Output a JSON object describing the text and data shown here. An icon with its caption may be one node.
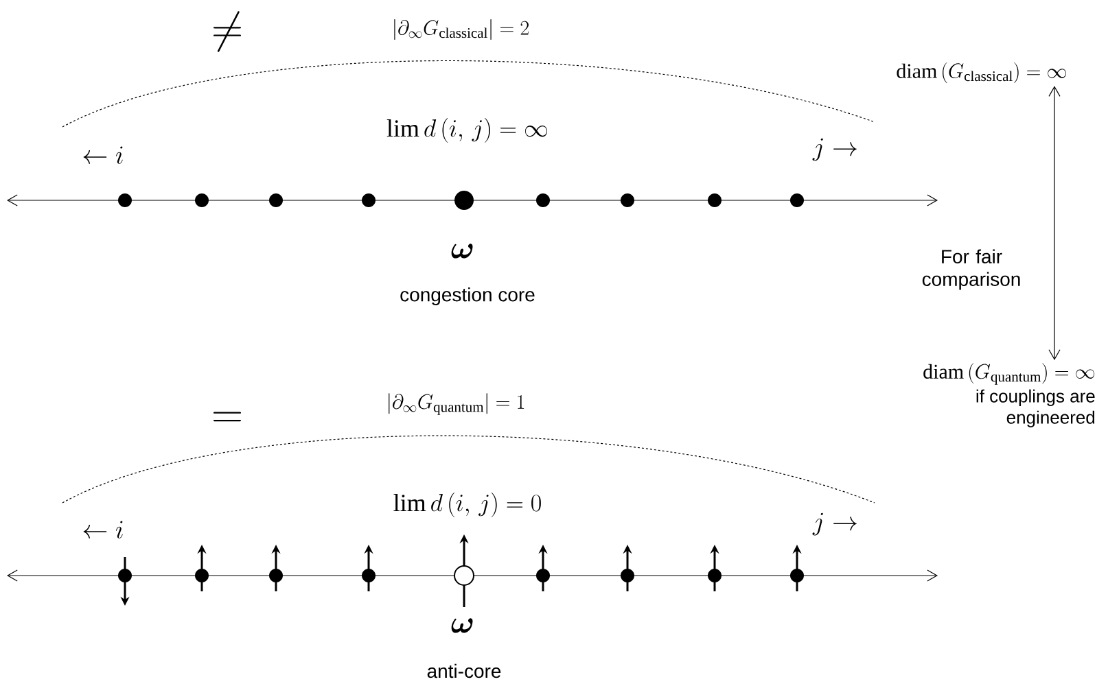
{
  "diagram": {
    "nodes": [
      {
        "text": [
          "\\mathrm{diam}\\left(G_{\\mathrm{classical}}\\right) = \\infty"
        ]
      },
      {
        "text": [
          "\\mathrm{diam}\\left(G_{\\mathrm{quantum}}\\right) = \\infty",
          "if couplings are engineered"
        ]
      }
    ],
    "edges": [
      {
        "from": 0,
        "to": 1,
        "arrow": "both",
        "label": "For fair comparison"
      }
    ],
    "labels": [
      "\\neq",
      "\\left|\\partial_\\infty G_{\\mathrm{classical}}\\right| = 2",
      "\\lim d\\left(i,\\, j\\right) = \\infty",
      "\\leftarrow i",
      "j \\rightarrow",
      "\\boldsymbol{\\omega}",
      "congestion core",
      "=",
      "\\left|\\partial_\\infty G_{\\mathrm{quantum}}\\right| = 1",
      "\\lim d\\left(i,\\, j\\right) = 0",
      "\\leftarrow i",
      "j \\rightarrow",
      "\\boldsymbol{\\omega}",
      "anti-core"
    ]
  }
}
